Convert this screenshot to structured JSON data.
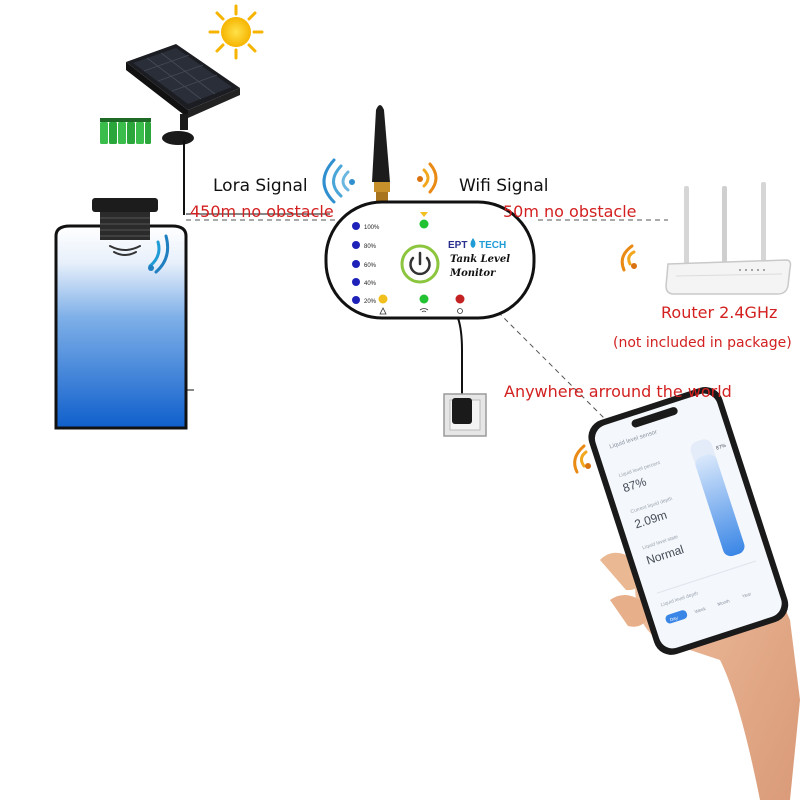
{
  "labels": {
    "lora_signal": "Lora Signal",
    "lora_range": "450m no obstacle",
    "wifi_signal": "Wifi Signal",
    "wifi_range": "50m no obstacle",
    "router_name": "Router 2.4GHz",
    "router_note": "(not included in package)",
    "anywhere": "Anywhere arround the world"
  },
  "monitor": {
    "brand_left": "EPT",
    "brand_right": "TECH",
    "title_line1": "Tank Level",
    "title_line2": "Monitor",
    "levels": [
      "100%",
      "80%",
      "60%",
      "40%",
      "20%"
    ],
    "indicator_colors": [
      "#f2c01e",
      "#22c233",
      "#c42222"
    ]
  },
  "phone": {
    "app_title": "Liquid level sensor",
    "stat1_label": "Liquid level percent",
    "stat1_value": "87%",
    "stat2_label": "Current liquid depth",
    "stat2_value": "2.09m",
    "stat3_label": "Liquid level state",
    "stat3_value": "Normal",
    "bar_label": "87%",
    "bar_fill_fraction": 0.87,
    "footer_label": "Liquid level depth",
    "tabs": [
      "Day",
      "Week",
      "Month",
      "Year"
    ]
  },
  "colors": {
    "label_red": "#d32020",
    "tank_blue": "#1a6fd0",
    "led_blue": "#1f22b8"
  },
  "icons": [
    "sun-icon",
    "solar-panel-icon",
    "battery-icon",
    "antenna-icon",
    "wifi-wave-icon",
    "power-icon",
    "router-icon",
    "power-adapter-icon",
    "smartphone-icon"
  ]
}
